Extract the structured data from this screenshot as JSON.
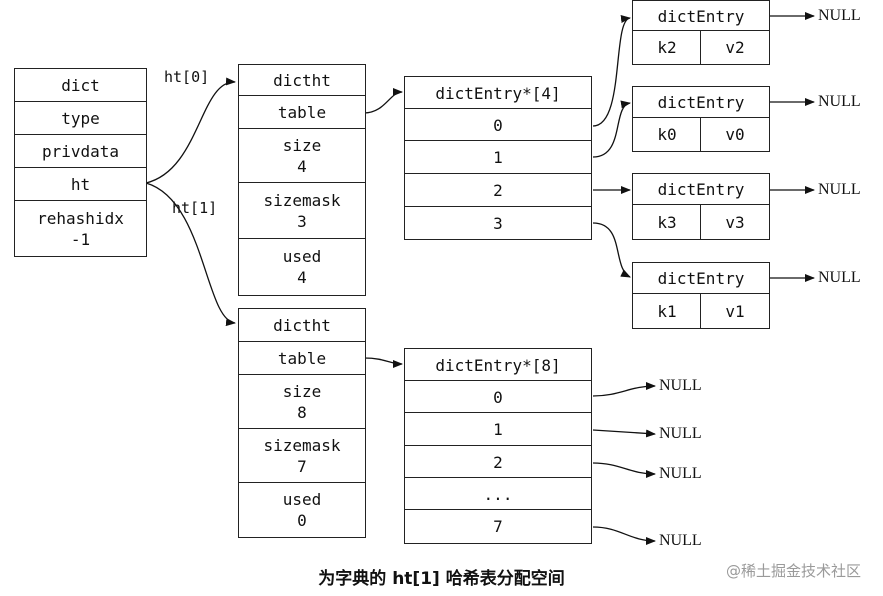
{
  "dict": {
    "title": "dict",
    "type": "type",
    "privdata": "privdata",
    "ht": "ht",
    "rehashidx_label": "rehashidx",
    "rehashidx_value": "-1"
  },
  "ht0": {
    "link_label": "ht[0]",
    "title": "dictht",
    "table": "table",
    "size_label": "size",
    "size_value": "4",
    "sizemask_label": "sizemask",
    "sizemask_value": "3",
    "used_label": "used",
    "used_value": "4"
  },
  "ht1": {
    "link_label": "ht[1]",
    "title": "dictht",
    "table": "table",
    "size_label": "size",
    "size_value": "8",
    "sizemask_label": "sizemask",
    "sizemask_value": "7",
    "used_label": "used",
    "used_value": "0"
  },
  "table0": {
    "title": "dictEntry*[4]",
    "slots": [
      "0",
      "1",
      "2",
      "3"
    ]
  },
  "table1": {
    "title": "dictEntry*[8]",
    "slots": [
      "0",
      "1",
      "2",
      "...",
      "7"
    ]
  },
  "entries": [
    {
      "title": "dictEntry",
      "key": "k2",
      "value": "v2"
    },
    {
      "title": "dictEntry",
      "key": "k0",
      "value": "v0"
    },
    {
      "title": "dictEntry",
      "key": "k3",
      "value": "v3"
    },
    {
      "title": "dictEntry",
      "key": "k1",
      "value": "v1"
    }
  ],
  "null_text": "NULL",
  "caption": "为字典的 ht[1] 哈希表分配空间",
  "watermark": "@稀土掘金技术社区"
}
